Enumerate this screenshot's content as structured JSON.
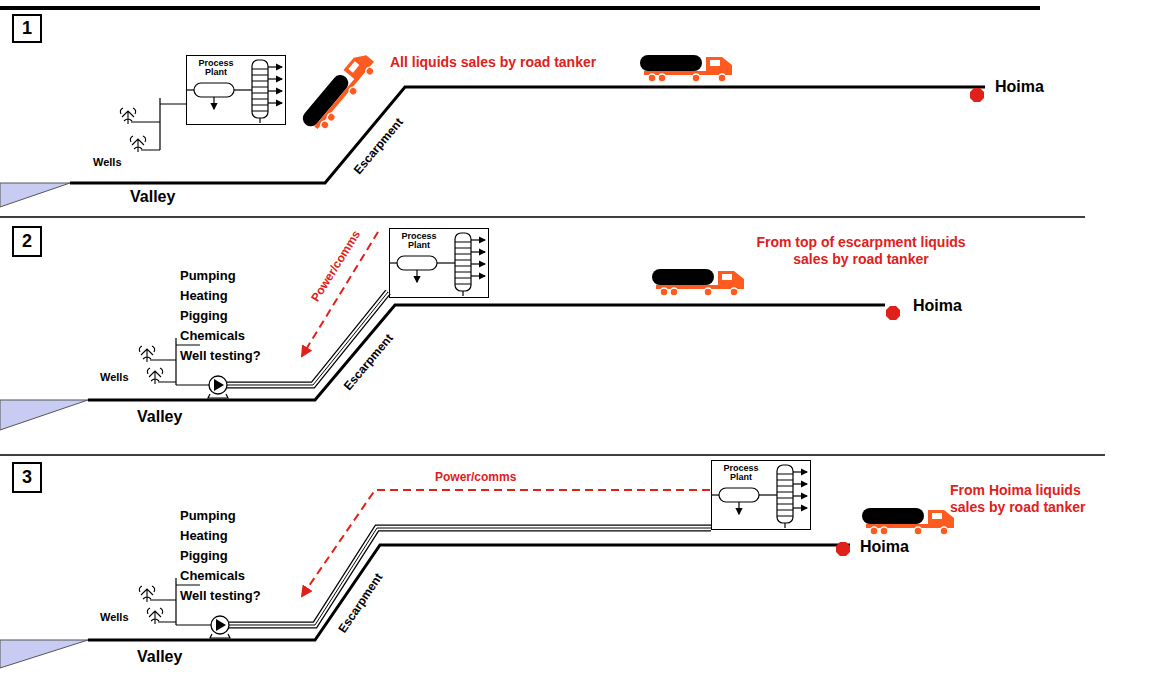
{
  "diagram": {
    "nodes": [
      {
        "text": [
          "1"
        ]
      },
      {
        "text": [
          "Process Plant"
        ]
      },
      {
        "text": [
          "2"
        ]
      },
      {
        "text": [
          "Process Plant"
        ]
      },
      {
        "text": [
          "3"
        ]
      },
      {
        "text": [
          "Process Plant"
        ]
      }
    ],
    "labels": [
      "All liquids sales by road tanker",
      "Hoima",
      "Wells",
      "Escarpment",
      "Valley",
      "Power/comms",
      "From top of escarpment liquids sales by road tanker",
      "Hoima",
      "Pumping Heating Pigging Chemicals Well testing?",
      "Wells",
      "Escarpment",
      "Valley",
      "Power/comms",
      "From Hoima liquids sales by road tanker",
      "Hoima",
      "Pumping Heating Pigging Chemicals Well testing?",
      "Wells",
      "Escarpment",
      "Valley"
    ]
  }
}
